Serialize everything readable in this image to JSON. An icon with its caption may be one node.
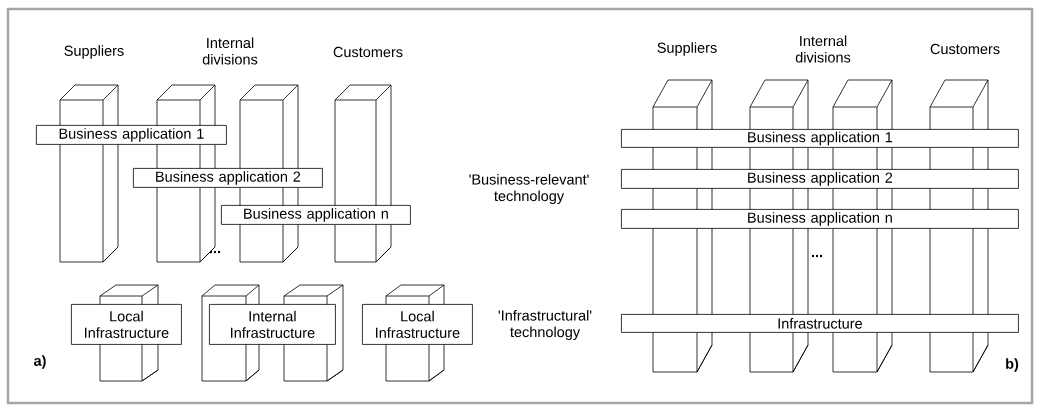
{
  "diagram": {
    "nodes": [
      {
        "text": [
          "Business application 1"
        ]
      },
      {
        "text": [
          "Business application 2"
        ]
      },
      {
        "text": [
          "Business application n"
        ]
      },
      {
        "text": [
          "Local Infrastructure"
        ]
      },
      {
        "text": [
          "Internal Infrastructure"
        ]
      },
      {
        "text": [
          "Local Infrastructure"
        ]
      },
      {
        "text": [
          "Business application 1"
        ]
      },
      {
        "text": [
          "Business application 2"
        ]
      },
      {
        "text": [
          "Business application n"
        ]
      },
      {
        "text": [
          "Infrastructure"
        ]
      }
    ],
    "labels": [
      "Suppliers",
      "Internal divisions",
      "Customers",
      "Suppliers",
      "Internal divisions",
      "Customers",
      "'Business-relevant' technology",
      "...",
      "...",
      "'Infrastructural' technology",
      "a)",
      "b)"
    ]
  }
}
